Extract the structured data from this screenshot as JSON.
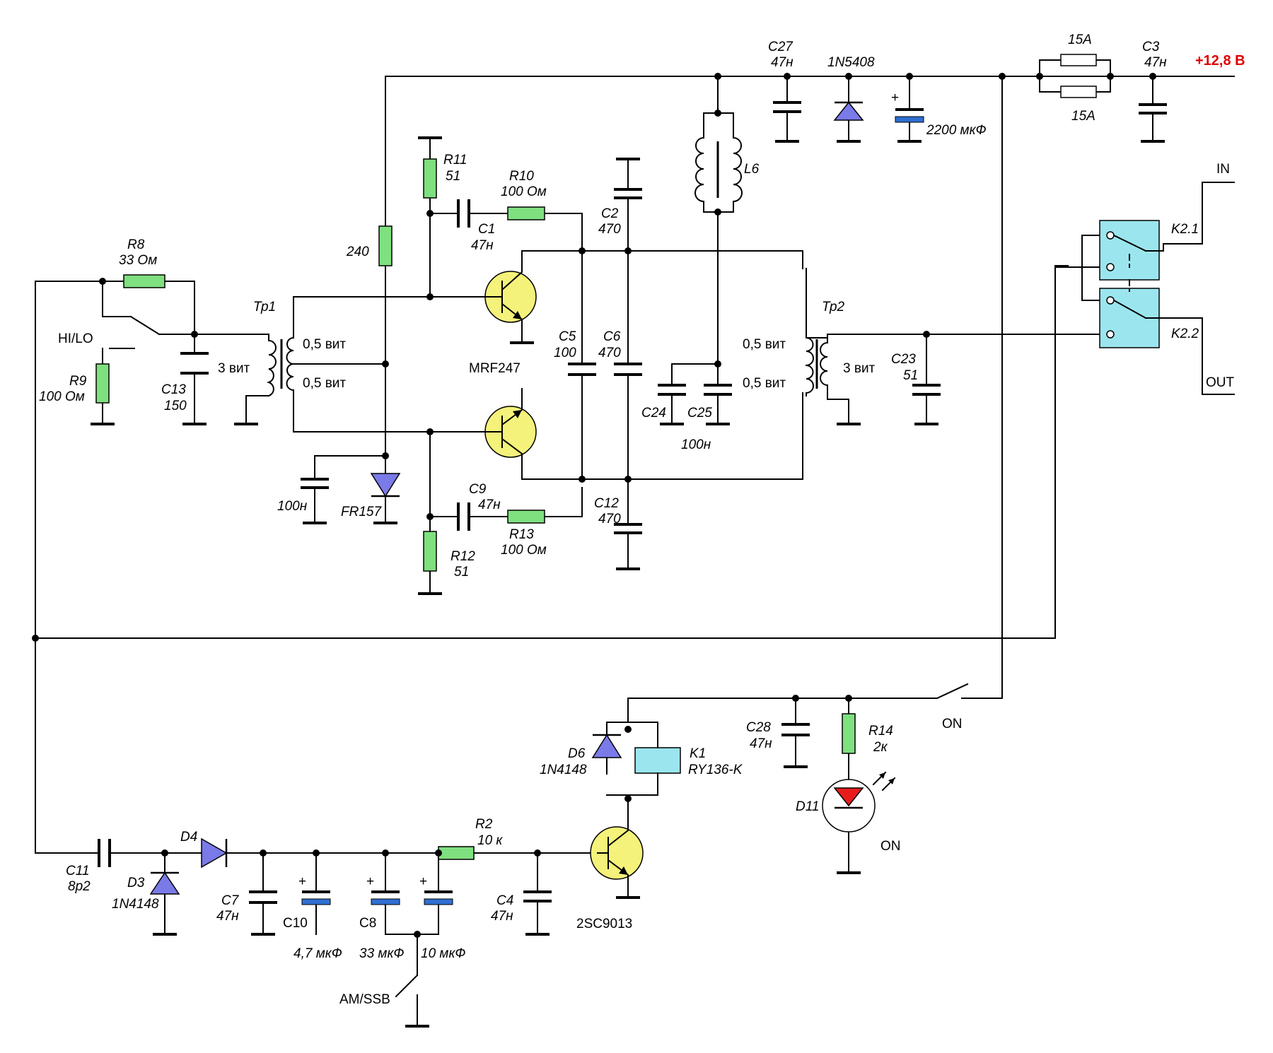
{
  "supply": {
    "label": "+12,8 В",
    "color": "#e00000"
  },
  "components": {
    "r8": {
      "name": "R8",
      "value": "33 Ом"
    },
    "r9": {
      "name": "R9",
      "value": "100 Ом"
    },
    "r10": {
      "name": "R10",
      "value": "100 Ом"
    },
    "r11": {
      "name": "R11",
      "value": "51"
    },
    "r12": {
      "name": "R12",
      "value": "51"
    },
    "r13": {
      "name": "R13",
      "value": "100 Ом"
    },
    "r_bias": {
      "value": "240"
    },
    "r14": {
      "name": "R14",
      "value": "2к"
    },
    "r2": {
      "name": "R2",
      "value": "10 к"
    },
    "c1": {
      "name": "C1",
      "value": "47н"
    },
    "c2": {
      "name": "C2",
      "value": "470"
    },
    "c3": {
      "name": "C3",
      "value": "47н"
    },
    "c4": {
      "name": "C4",
      "value": "47н"
    },
    "c5": {
      "name": "C5",
      "value": "100"
    },
    "c6": {
      "name": "C6",
      "value": "470"
    },
    "c7": {
      "name": "C7",
      "value": "47н"
    },
    "c8": {
      "name": "C8",
      "value": "33 мкФ"
    },
    "c9": {
      "name": "C9",
      "value": "47н"
    },
    "c10": {
      "name": "C10",
      "value": "4,7 мкФ"
    },
    "c11": {
      "name": "C11",
      "value": "8p2"
    },
    "c12": {
      "name": "C12",
      "value": "470"
    },
    "c13": {
      "name": "C13",
      "value": "150"
    },
    "c23": {
      "name": "C23",
      "value": "51"
    },
    "c24": {
      "name": "C24"
    },
    "c25": {
      "name": "C25"
    },
    "c24_25_value": "100н",
    "c27": {
      "name": "C27",
      "value": "47н"
    },
    "c28": {
      "name": "C28",
      "value": "47н"
    },
    "c_bias": {
      "value": "100н"
    },
    "c_elec_big": {
      "value": "2200 мкФ"
    },
    "c_elec_10": {
      "value": "10 мкФ"
    },
    "d1n5408": {
      "value": "1N5408"
    },
    "fr157": {
      "value": "FR157"
    },
    "d3": {
      "name": "D3",
      "value": "1N4148"
    },
    "d4": {
      "name": "D4"
    },
    "d6": {
      "name": "D6",
      "value": "1N4148"
    },
    "d11": {
      "name": "D11"
    },
    "l6": {
      "name": "L6"
    },
    "k1": {
      "name": "K1",
      "value": "RY136-K"
    },
    "k21": {
      "name": "K2.1"
    },
    "k22": {
      "name": "K2.2"
    },
    "tp1": {
      "name": "Тр1",
      "prim": "3 вит",
      "sec1": "0,5 вит",
      "sec2": "0,5 вит"
    },
    "tp2": {
      "name": "Тр2",
      "sec": "3 вит",
      "prim1": "0,5 вит",
      "prim2": "0,5 вит"
    },
    "q_pair": {
      "value": "MRF247"
    },
    "q_sw": {
      "value": "2SC9013"
    },
    "fuse_top": {
      "value": "15A"
    },
    "fuse_bottom": {
      "value": "15A"
    }
  },
  "labels": {
    "hilo": "HI/LO",
    "in": "IN",
    "out": "OUT",
    "on_switch": "ON",
    "on_led": "ON",
    "plus": "+",
    "amssb": "AM/SSB"
  }
}
